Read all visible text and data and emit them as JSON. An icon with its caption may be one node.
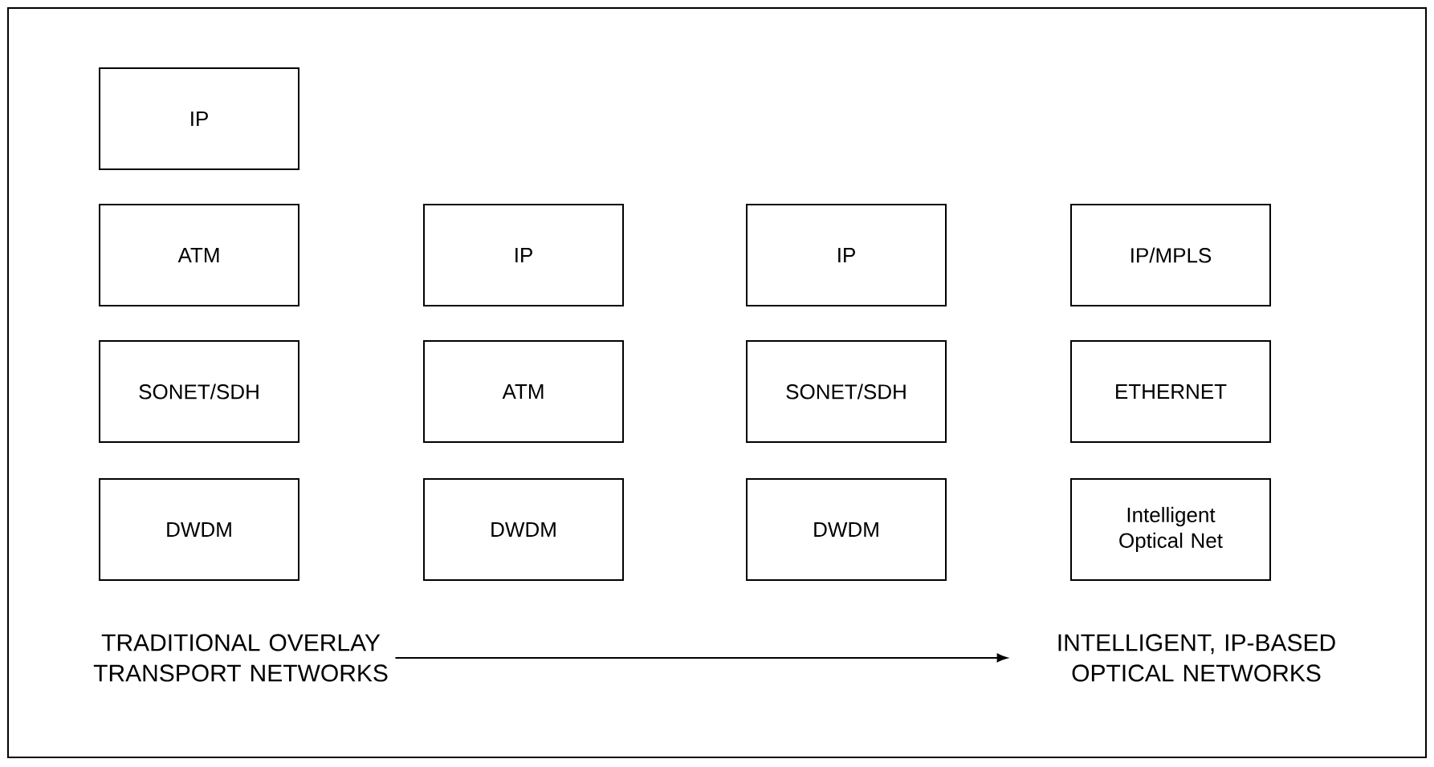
{
  "diagram": {
    "nodes": [
      {
        "text": [
          "IP"
        ]
      },
      {
        "text": [
          "ATM"
        ]
      },
      {
        "text": [
          "IP"
        ]
      },
      {
        "text": [
          "IP"
        ]
      },
      {
        "text": [
          "IP/MPLS"
        ]
      },
      {
        "text": [
          "SONET/SDH"
        ]
      },
      {
        "text": [
          "ATM"
        ]
      },
      {
        "text": [
          "SONET/SDH"
        ]
      },
      {
        "text": [
          "ETHERNET"
        ]
      },
      {
        "text": [
          "DWDM"
        ]
      },
      {
        "text": [
          "DWDM"
        ]
      },
      {
        "text": [
          "DWDM"
        ]
      },
      {
        "text": [
          "Intelligent Optical Net"
        ]
      },
      {
        "text": [
          "TRADITIONAL OVERLAY TRANSPORT NETWORKS"
        ]
      },
      {
        "text": [
          "INTELLIGENT, IP-BASED OPTICAL NETWORKS"
        ]
      }
    ],
    "edges": [
      {
        "from": 13,
        "to": 14,
        "arrow": "to"
      }
    ]
  }
}
